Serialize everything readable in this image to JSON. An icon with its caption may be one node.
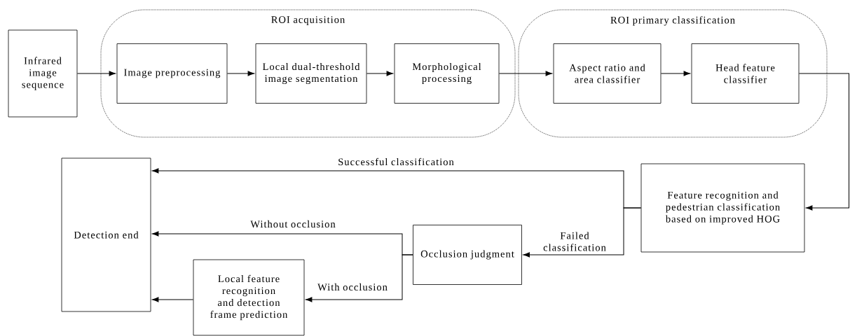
{
  "diagram": {
    "nodes": [
      {
        "text": [
          "Infrared image sequence"
        ]
      },
      {
        "text": [
          "ROI acquisition"
        ]
      },
      {
        "text": [
          "Image preprocessing"
        ],
        "in": 1
      },
      {
        "text": [
          "Local dual-threshold image segmentation"
        ],
        "in": 1
      },
      {
        "text": [
          "Morphological processing"
        ],
        "in": 1
      },
      {
        "text": [
          "ROI primary classification"
        ]
      },
      {
        "text": [
          "Aspect ratio and area classifier"
        ],
        "in": 5
      },
      {
        "text": [
          "Head feature classifier"
        ],
        "in": 5
      },
      {
        "text": [
          "Feature recognition and pedestrian classification based on improved HOG"
        ]
      },
      {
        "text": [
          "Detection end"
        ]
      },
      {
        "text": [
          "Occlusion judgment"
        ]
      },
      {
        "text": [
          "Local feature recognition and detection frame prediction"
        ]
      }
    ],
    "edges": [
      {
        "from": 0,
        "to": 2,
        "arrow": "to"
      },
      {
        "from": 2,
        "to": 3,
        "arrow": "to"
      },
      {
        "from": 3,
        "to": 4,
        "arrow": "to"
      },
      {
        "from": 4,
        "to": 6,
        "arrow": "to"
      },
      {
        "from": 6,
        "to": 7,
        "arrow": "to"
      },
      {
        "from": 7,
        "to": 8,
        "arrow": "to"
      },
      {
        "from": 8,
        "to": 9,
        "arrow": "to",
        "label": "Successful classification"
      },
      {
        "from": 8,
        "to": 10,
        "arrow": "to",
        "label": "Failed classification"
      },
      {
        "from": 10,
        "to": 9,
        "arrow": "to",
        "label": "Without occlusion"
      },
      {
        "from": 10,
        "to": 11,
        "arrow": "to",
        "label": "With occlusion"
      },
      {
        "from": 11,
        "to": 9,
        "arrow": "to"
      }
    ]
  }
}
